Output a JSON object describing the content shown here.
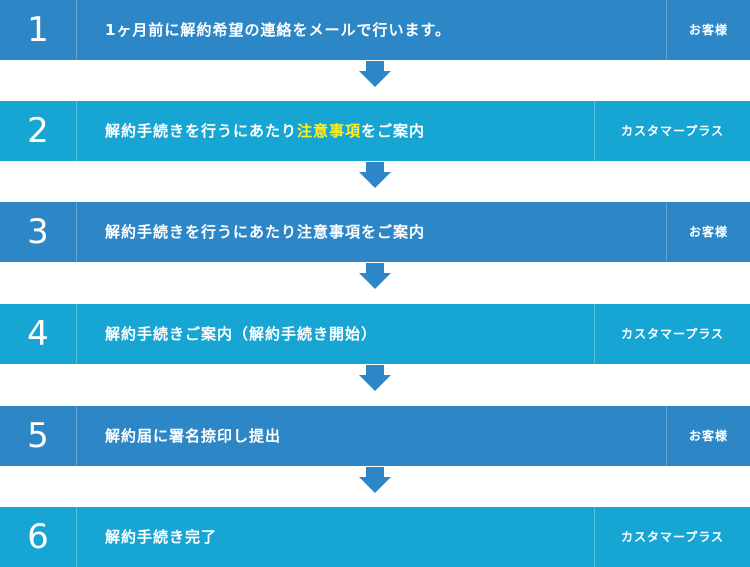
{
  "steps": [
    {
      "number": "1",
      "label_before": "1ヶ月前に解約希望の連絡をメールで行います。",
      "label_highlight": "",
      "label_after": "",
      "actor": "お客様"
    },
    {
      "number": "2",
      "label_before": "解約手続きを行うにあたり",
      "label_highlight": "注意事項",
      "label_after": "をご案内",
      "actor": "カスタマープラス"
    },
    {
      "number": "3",
      "label_before": "解約手続きを行うにあたり注意事項をご案内",
      "label_highlight": "",
      "label_after": "",
      "actor": "お客様"
    },
    {
      "number": "4",
      "label_before": "解約手続きご案内（解約手続き開始）",
      "label_highlight": "",
      "label_after": "",
      "actor": "カスタマープラス"
    },
    {
      "number": "5",
      "label_before": "解約届に署名捺印し提出",
      "label_highlight": "",
      "label_after": "",
      "actor": "お客様"
    },
    {
      "number": "6",
      "label_before": "解約手続き完了",
      "label_highlight": "",
      "label_after": "",
      "actor": "カスタマープラス"
    }
  ],
  "colors": {
    "customer_row": "#2d86c5",
    "provider_row": "#17a5d3",
    "highlight_text": "#ffef1b",
    "arrow": "#2d86c5"
  }
}
